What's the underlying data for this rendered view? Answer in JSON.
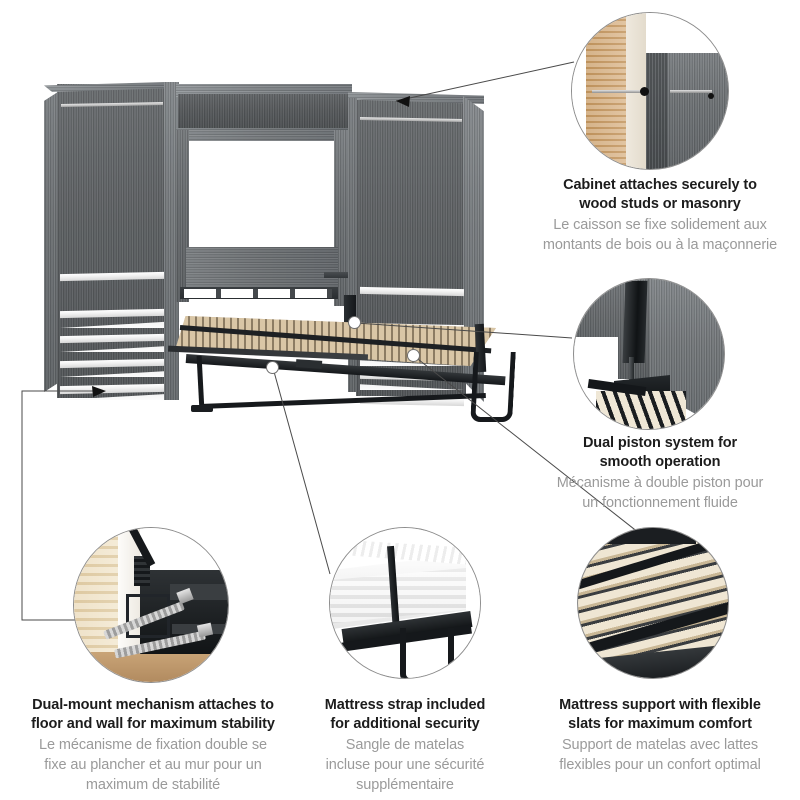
{
  "page": {
    "title": "Murphy bed with storage — feature callouts",
    "background_color": "#ffffff",
    "text_color_primary": "#1c1c1c",
    "text_color_secondary": "#9a9a9a"
  },
  "features": [
    {
      "id": "cabinet-attachment",
      "en_line1": "Cabinet attaches securely to",
      "en_line2": "wood studs or masonry",
      "fr_line1": "Le caisson se fixe solidement aux",
      "fr_line2": "montants de bois ou à la maçonnerie",
      "detail_photo": "wall-stud-screw-detail"
    },
    {
      "id": "dual-piston",
      "en_line1": "Dual piston system for",
      "en_line2": "smooth operation",
      "fr_line1": "Mécanisme à double piston pour",
      "fr_line2": "un fonctionnement fluide",
      "detail_photo": "piston-mechanism-detail"
    },
    {
      "id": "dual-mount",
      "en_line1": "Dual-mount mechanism attaches to",
      "en_line2": "floor and wall for maximum stability",
      "fr_line1": "Le mécanisme de fixation double se",
      "fr_line2": "fixe au plancher et au mur pour un",
      "fr_line3": "maximum de stabilité",
      "detail_photo": "floor-wall-mount-detail"
    },
    {
      "id": "mattress-strap",
      "en_line1": "Mattress strap included",
      "en_line2": "for additional security",
      "fr_line1": "Sangle de matelas",
      "fr_line2": "incluse pour une sécurité",
      "fr_line3": "supplémentaire",
      "detail_photo": "mattress-strap-detail"
    },
    {
      "id": "flexible-slats",
      "en_line1": "Mattress support with flexible",
      "en_line2": "slats for maximum comfort",
      "fr_line1": "Support de matelas avec lattes",
      "fr_line2": "flexibles pour un confort optimal",
      "detail_photo": "wood-slats-detail"
    }
  ],
  "product": {
    "name": "murphy-bed-with-storage-towers",
    "finish_color": "#6e7275",
    "shelf_color": "#f2f2f2",
    "frame_color": "#1b1b1b",
    "slat_color": "#cdb48c",
    "left_tower": {
      "hanging_rods": 1,
      "shelves": 5
    },
    "right_tower": {
      "hanging_rods": 1,
      "shelves": 5
    },
    "bed": {
      "slat_count": 26,
      "legs": 2,
      "position": "open"
    }
  }
}
